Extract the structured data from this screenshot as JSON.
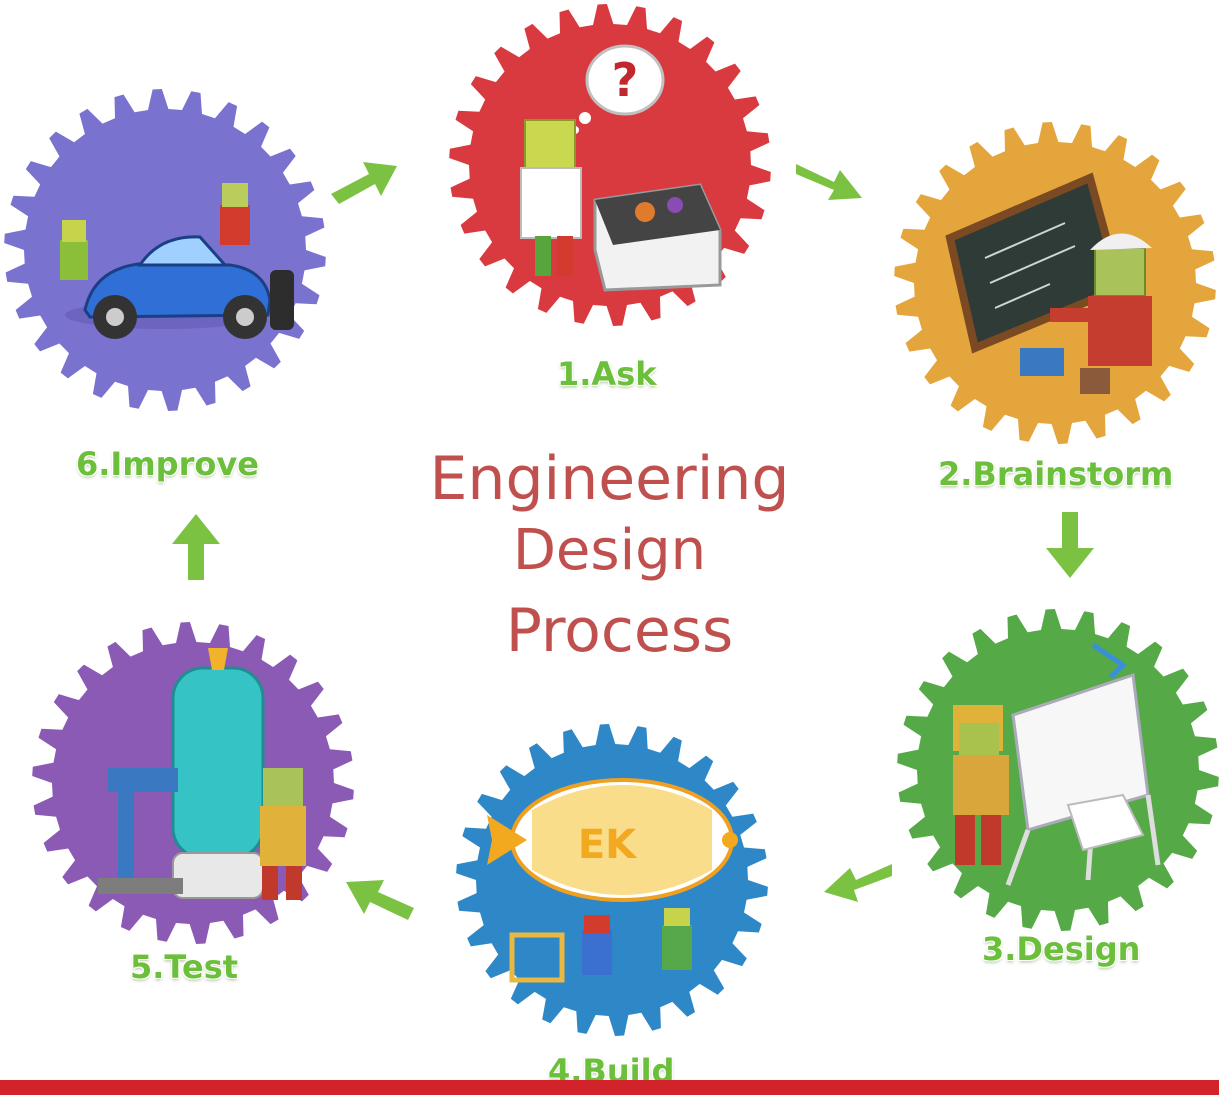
{
  "title": {
    "line1": "Engineering",
    "line2": "Design",
    "line3": "Process",
    "color": "#c0504d"
  },
  "steps": [
    {
      "label": "1.Ask",
      "gear_color": "#d93a3f",
      "icon": "question-bubble-lab-robot"
    },
    {
      "label": "2.Brainstorm",
      "gear_color": "#e3a53c",
      "icon": "chalkboard-professor-robot"
    },
    {
      "label": "3.Design",
      "gear_color": "#55a946",
      "icon": "drafting-table-robot"
    },
    {
      "label": "4.Build",
      "gear_color": "#2e88c7",
      "icon": "blimp-workshop"
    },
    {
      "label": "5.Test",
      "gear_color": "#8a5ab5",
      "icon": "test-tube-machine"
    },
    {
      "label": "6.Improve",
      "gear_color": "#7a72cf",
      "icon": "race-car-mechanics"
    }
  ],
  "arrow_color": "#7cc242",
  "label_color": "#6bbf3a",
  "bottom_bar_color": "#d3232a"
}
